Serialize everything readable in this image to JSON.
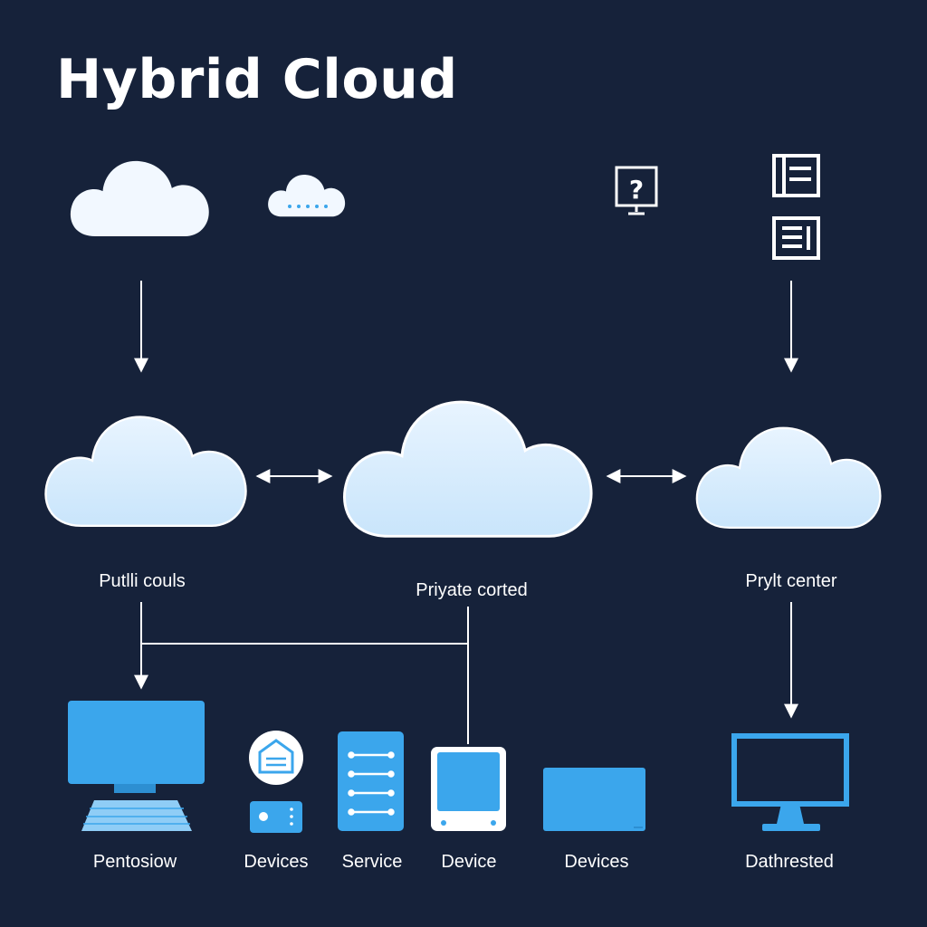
{
  "title": "Hybrid Cloud",
  "colors": {
    "background": "#16223a",
    "cloud_fill": "#dcefff",
    "cloud_stroke": "#ffffff",
    "device_blue": "#3ba6ec",
    "line": "#ffffff",
    "text": "#ffffff"
  },
  "top_icons": [
    {
      "name": "cloud-icon"
    },
    {
      "name": "small-cloud-icon"
    },
    {
      "name": "help-monitor-icon"
    },
    {
      "name": "document-icon"
    },
    {
      "name": "list-document-icon"
    }
  ],
  "clouds": [
    {
      "id": "left",
      "label": "Putlli couls"
    },
    {
      "id": "center",
      "label": "Priyate corted"
    },
    {
      "id": "right",
      "label": "Prylt center"
    }
  ],
  "devices": [
    {
      "id": "desktop",
      "icon": "desktop-computer-icon",
      "label": "Pentosiow"
    },
    {
      "id": "devices-1",
      "icon": "home-device-icon",
      "label": "Devices"
    },
    {
      "id": "service",
      "icon": "server-rack-icon",
      "label": "Service"
    },
    {
      "id": "device",
      "icon": "tablet-device-icon",
      "label": "Device"
    },
    {
      "id": "devices-2",
      "icon": "laptop-screen-icon",
      "label": "Devices"
    },
    {
      "id": "monitor",
      "icon": "monitor-icon",
      "label": "Dathrested"
    }
  ]
}
